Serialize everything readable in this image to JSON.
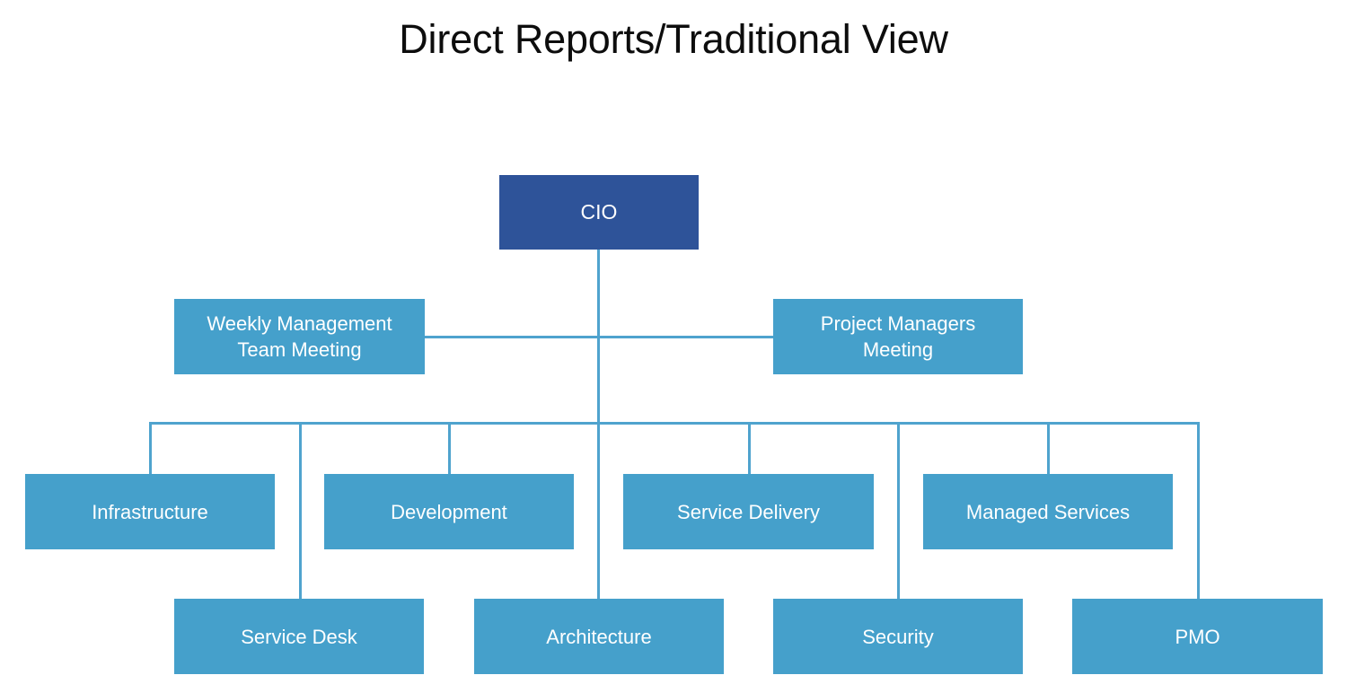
{
  "title": "Direct Reports/Traditional View",
  "colors": {
    "root_fill": "#2E5399",
    "node_fill": "#45A0CB",
    "connector": "#4FA3CE",
    "background": "#FFFFFF",
    "node_text": "#FFFFFF",
    "title_text": "#0D0D0D"
  },
  "chart_data": {
    "type": "diagram",
    "subtype": "org-chart",
    "title": "Direct Reports/Traditional View",
    "orientation": "top-down",
    "levels": 4,
    "root": "CIO",
    "nodes": [
      {
        "id": "cio",
        "label": "CIO",
        "level": 0,
        "role": "root",
        "parent": null
      },
      {
        "id": "weekly-management-team-meeting",
        "label": "Weekly Management Team Meeting",
        "level": 1,
        "role": "meeting",
        "parent": "cio"
      },
      {
        "id": "project-managers-meeting",
        "label": "Project Managers Meeting",
        "level": 1,
        "role": "meeting",
        "parent": "cio"
      },
      {
        "id": "infrastructure",
        "label": "Infrastructure",
        "level": 2,
        "role": "department",
        "parent": "cio"
      },
      {
        "id": "development",
        "label": "Development",
        "level": 2,
        "role": "department",
        "parent": "cio"
      },
      {
        "id": "service-delivery",
        "label": "Service Delivery",
        "level": 2,
        "role": "department",
        "parent": "cio"
      },
      {
        "id": "managed-services",
        "label": "Managed Services",
        "level": 2,
        "role": "department",
        "parent": "cio"
      },
      {
        "id": "service-desk",
        "label": "Service Desk",
        "level": 3,
        "role": "department",
        "parent": "cio"
      },
      {
        "id": "architecture",
        "label": "Architecture",
        "level": 3,
        "role": "department",
        "parent": "cio"
      },
      {
        "id": "security",
        "label": "Security",
        "level": 3,
        "role": "department",
        "parent": "cio"
      },
      {
        "id": "pmo",
        "label": "PMO",
        "level": 3,
        "role": "department",
        "parent": "cio"
      }
    ],
    "edges": [
      {
        "from": "cio",
        "to": "weekly-management-team-meeting"
      },
      {
        "from": "cio",
        "to": "project-managers-meeting"
      },
      {
        "from": "cio",
        "to": "infrastructure"
      },
      {
        "from": "cio",
        "to": "development"
      },
      {
        "from": "cio",
        "to": "service-delivery"
      },
      {
        "from": "cio",
        "to": "managed-services"
      },
      {
        "from": "cio",
        "to": "service-desk"
      },
      {
        "from": "cio",
        "to": "architecture"
      },
      {
        "from": "cio",
        "to": "security"
      },
      {
        "from": "cio",
        "to": "pmo"
      }
    ]
  },
  "nodes": {
    "cio": {
      "label": "CIO"
    },
    "weekly_management_team_meeting": {
      "label": "Weekly Management\nTeam Meeting",
      "line1": "Weekly Management",
      "line2": "Team Meeting"
    },
    "project_managers_meeting": {
      "label": "Project Managers\nMeeting",
      "line1": "Project Managers",
      "line2": "Meeting"
    },
    "infrastructure": {
      "label": "Infrastructure"
    },
    "development": {
      "label": "Development"
    },
    "service_delivery": {
      "label": "Service Delivery"
    },
    "managed_services": {
      "label": "Managed Services"
    },
    "service_desk": {
      "label": "Service Desk"
    },
    "architecture": {
      "label": "Architecture"
    },
    "security": {
      "label": "Security"
    },
    "pmo": {
      "label": "PMO"
    }
  }
}
